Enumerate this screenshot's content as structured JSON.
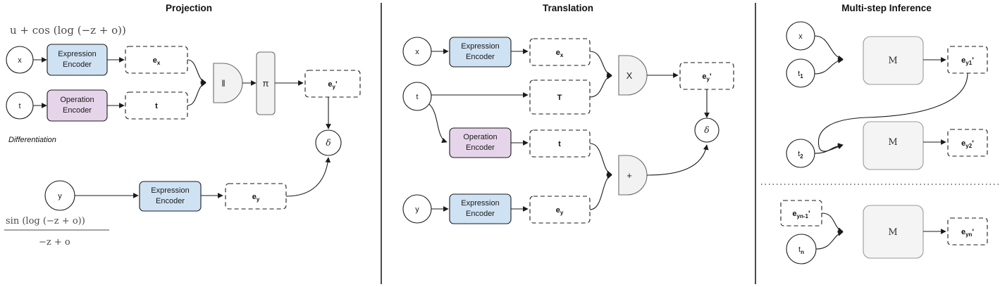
{
  "figure": {
    "title_left": "Projection",
    "title_mid": "Translation",
    "title_right": "Multi-step Inference",
    "colors": {
      "expression_encoder_fill": "#cfe2f3",
      "operation_encoder_fill": "#e6d5ea",
      "gate_fill": "#f2f2f2",
      "module_fill": "#f4f4f4",
      "stroke": "#1a1a1a",
      "math_text": "#4a4a4a"
    }
  },
  "panels": {
    "projection": {
      "title": "Projection",
      "expr_top": "u + cos (log (−z + o))",
      "caption": "Differentiation",
      "expr_bottom_numerator": "sin (log (−z + o))",
      "expr_bottom_denominator": "−z + o",
      "inputs": [
        {
          "name": "input-x",
          "label": "x"
        },
        {
          "name": "input-t",
          "label": "t"
        },
        {
          "name": "input-y",
          "label": "y"
        }
      ],
      "encoders": [
        {
          "name": "expression-encoder-x",
          "line1": "Expression",
          "line2": "Encoder",
          "type": "expression"
        },
        {
          "name": "operation-encoder-t",
          "line1": "Operation",
          "line2": "Encoder",
          "type": "operation"
        },
        {
          "name": "expression-encoder-y",
          "line1": "Expression",
          "line2": "Encoder",
          "type": "expression"
        }
      ],
      "embeddings": [
        {
          "name": "embedding-ex",
          "base": "e",
          "sub": "x",
          "prime": ""
        },
        {
          "name": "embedding-t",
          "base": "t",
          "sub": "",
          "prime": ""
        },
        {
          "name": "embedding-ey-prime",
          "base": "e",
          "sub": "y",
          "prime": "'"
        },
        {
          "name": "embedding-ey",
          "base": "e",
          "sub": "y",
          "prime": ""
        }
      ],
      "gate": {
        "name": "concat-gate",
        "label": "‖"
      },
      "projection_box": {
        "name": "projection-pi-box",
        "label": "π"
      },
      "delta": {
        "name": "delta-node",
        "label": "δ"
      }
    },
    "translation": {
      "title": "Translation",
      "inputs": [
        {
          "name": "input-x",
          "label": "x"
        },
        {
          "name": "input-t",
          "label": "t"
        },
        {
          "name": "input-y",
          "label": "y"
        }
      ],
      "encoders": [
        {
          "name": "expression-encoder-x",
          "line1": "Expression",
          "line2": "Encoder",
          "type": "expression"
        },
        {
          "name": "operation-encoder-t",
          "line1": "Operation",
          "line2": "Encoder",
          "type": "operation"
        },
        {
          "name": "expression-encoder-y",
          "line1": "Expression",
          "line2": "Encoder",
          "type": "expression"
        }
      ],
      "embeddings": [
        {
          "name": "embedding-ex",
          "base": "e",
          "sub": "x",
          "prime": ""
        },
        {
          "name": "embedding-T",
          "base": "T",
          "sub": "",
          "prime": ""
        },
        {
          "name": "embedding-t",
          "base": "t",
          "sub": "",
          "prime": ""
        },
        {
          "name": "embedding-ey",
          "base": "e",
          "sub": "y",
          "prime": ""
        },
        {
          "name": "embedding-ey-prime",
          "base": "e",
          "sub": "y",
          "prime": "'"
        }
      ],
      "gates": [
        {
          "name": "multiply-gate",
          "label": "X"
        },
        {
          "name": "add-gate",
          "label": "+"
        }
      ],
      "delta": {
        "name": "delta-node",
        "label": "δ"
      }
    },
    "inference": {
      "title": "Multi-step Inference",
      "steps": [
        {
          "name": "inference-step-1",
          "inputs": [
            {
              "name": "input-x",
              "base": "x",
              "sub": "",
              "kind": "circle"
            },
            {
              "name": "input-t1",
              "base": "t",
              "sub": "1",
              "kind": "circle"
            }
          ],
          "module": {
            "name": "module-m-1",
            "label": "M"
          },
          "output": {
            "name": "embedding-ey1-prime",
            "base": "e",
            "sub": "y1",
            "prime": "'"
          }
        },
        {
          "name": "inference-step-2",
          "inputs": [
            {
              "name": "input-t2",
              "base": "t",
              "sub": "2",
              "kind": "circle"
            }
          ],
          "module": {
            "name": "module-m-2",
            "label": "M"
          },
          "output": {
            "name": "embedding-ey2-prime",
            "base": "e",
            "sub": "y2",
            "prime": "'"
          }
        },
        {
          "name": "inference-step-n",
          "inputs": [
            {
              "name": "embedding-eyn-1-prime",
              "base": "e",
              "sub": "yn-1",
              "prime": "'",
              "kind": "dashed"
            },
            {
              "name": "input-tn",
              "base": "t",
              "sub": "n",
              "kind": "circle"
            }
          ],
          "module": {
            "name": "module-m-n",
            "label": "M"
          },
          "output": {
            "name": "embedding-eyn-prime",
            "base": "e",
            "sub": "yn",
            "prime": "'"
          }
        }
      ]
    }
  }
}
